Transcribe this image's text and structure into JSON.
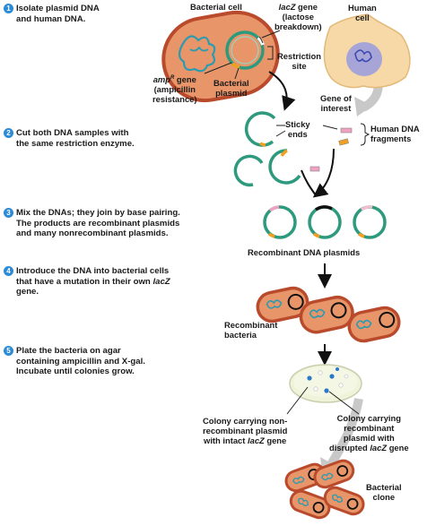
{
  "steps": [
    {
      "num": "1",
      "lines": [
        "Isolate plasmid DNA",
        "and human DNA."
      ]
    },
    {
      "num": "2",
      "lines": [
        "Cut both DNA samples with",
        "the same restriction enzyme."
      ]
    },
    {
      "num": "3",
      "lines": [
        "Mix the DNAs; they join by base pairing.",
        "The products are recombinant plasmids",
        "and many nonrecombinant plasmids."
      ]
    },
    {
      "num": "4",
      "lines": [
        "Introduce the DNA into bacterial cells",
        "that have a mutation in their own lacZ",
        "gene."
      ]
    },
    {
      "num": "5",
      "lines": [
        "Plate the bacteria on agar",
        "containing ampicillin and X-gal.",
        "Incubate until colonies grow."
      ]
    }
  ],
  "labels": {
    "bacterial_cell": "Bacterial cell",
    "lacz_gene": [
      "lacZ gene",
      "(lactose",
      "breakdown)"
    ],
    "human_cell": [
      "Human",
      "cell"
    ],
    "restriction_site": [
      "Restriction",
      "site"
    ],
    "ampr_gene": [
      "ampR gene",
      "(ampicillin",
      "resistance)"
    ],
    "bacterial_plasmid": [
      "Bacterial",
      "plasmid"
    ],
    "gene_of_interest": [
      "Gene of",
      "interest"
    ],
    "sticky_ends": [
      "Sticky",
      "ends"
    ],
    "human_dna_fragments": [
      "Human DNA",
      "fragments"
    ],
    "recombinant_dna_plasmids": "Recombinant DNA plasmids",
    "recombinant_bacteria": [
      "Recombinant",
      "bacteria"
    ],
    "colony_nonrecombinant": [
      "Colony carrying non-",
      "recombinant plasmid",
      "with intact lacZ gene"
    ],
    "colony_recombinant": [
      "Colony carrying",
      "recombinant",
      "plasmid with",
      "disrupted lacZ gene"
    ],
    "bacterial_clone": [
      "Bacterial",
      "clone"
    ]
  },
  "colors": {
    "step_badge": "#2c8bd6",
    "cell_fill": "#e8956a",
    "cell_outline": "#b94a2c",
    "plasmid": "#2e9a7d",
    "dna_teal": "#2a9bb0",
    "human_cell": "#f6d9a6",
    "nucleus": "#a7a5d8",
    "arrow_gray": "#c8c8c8"
  }
}
